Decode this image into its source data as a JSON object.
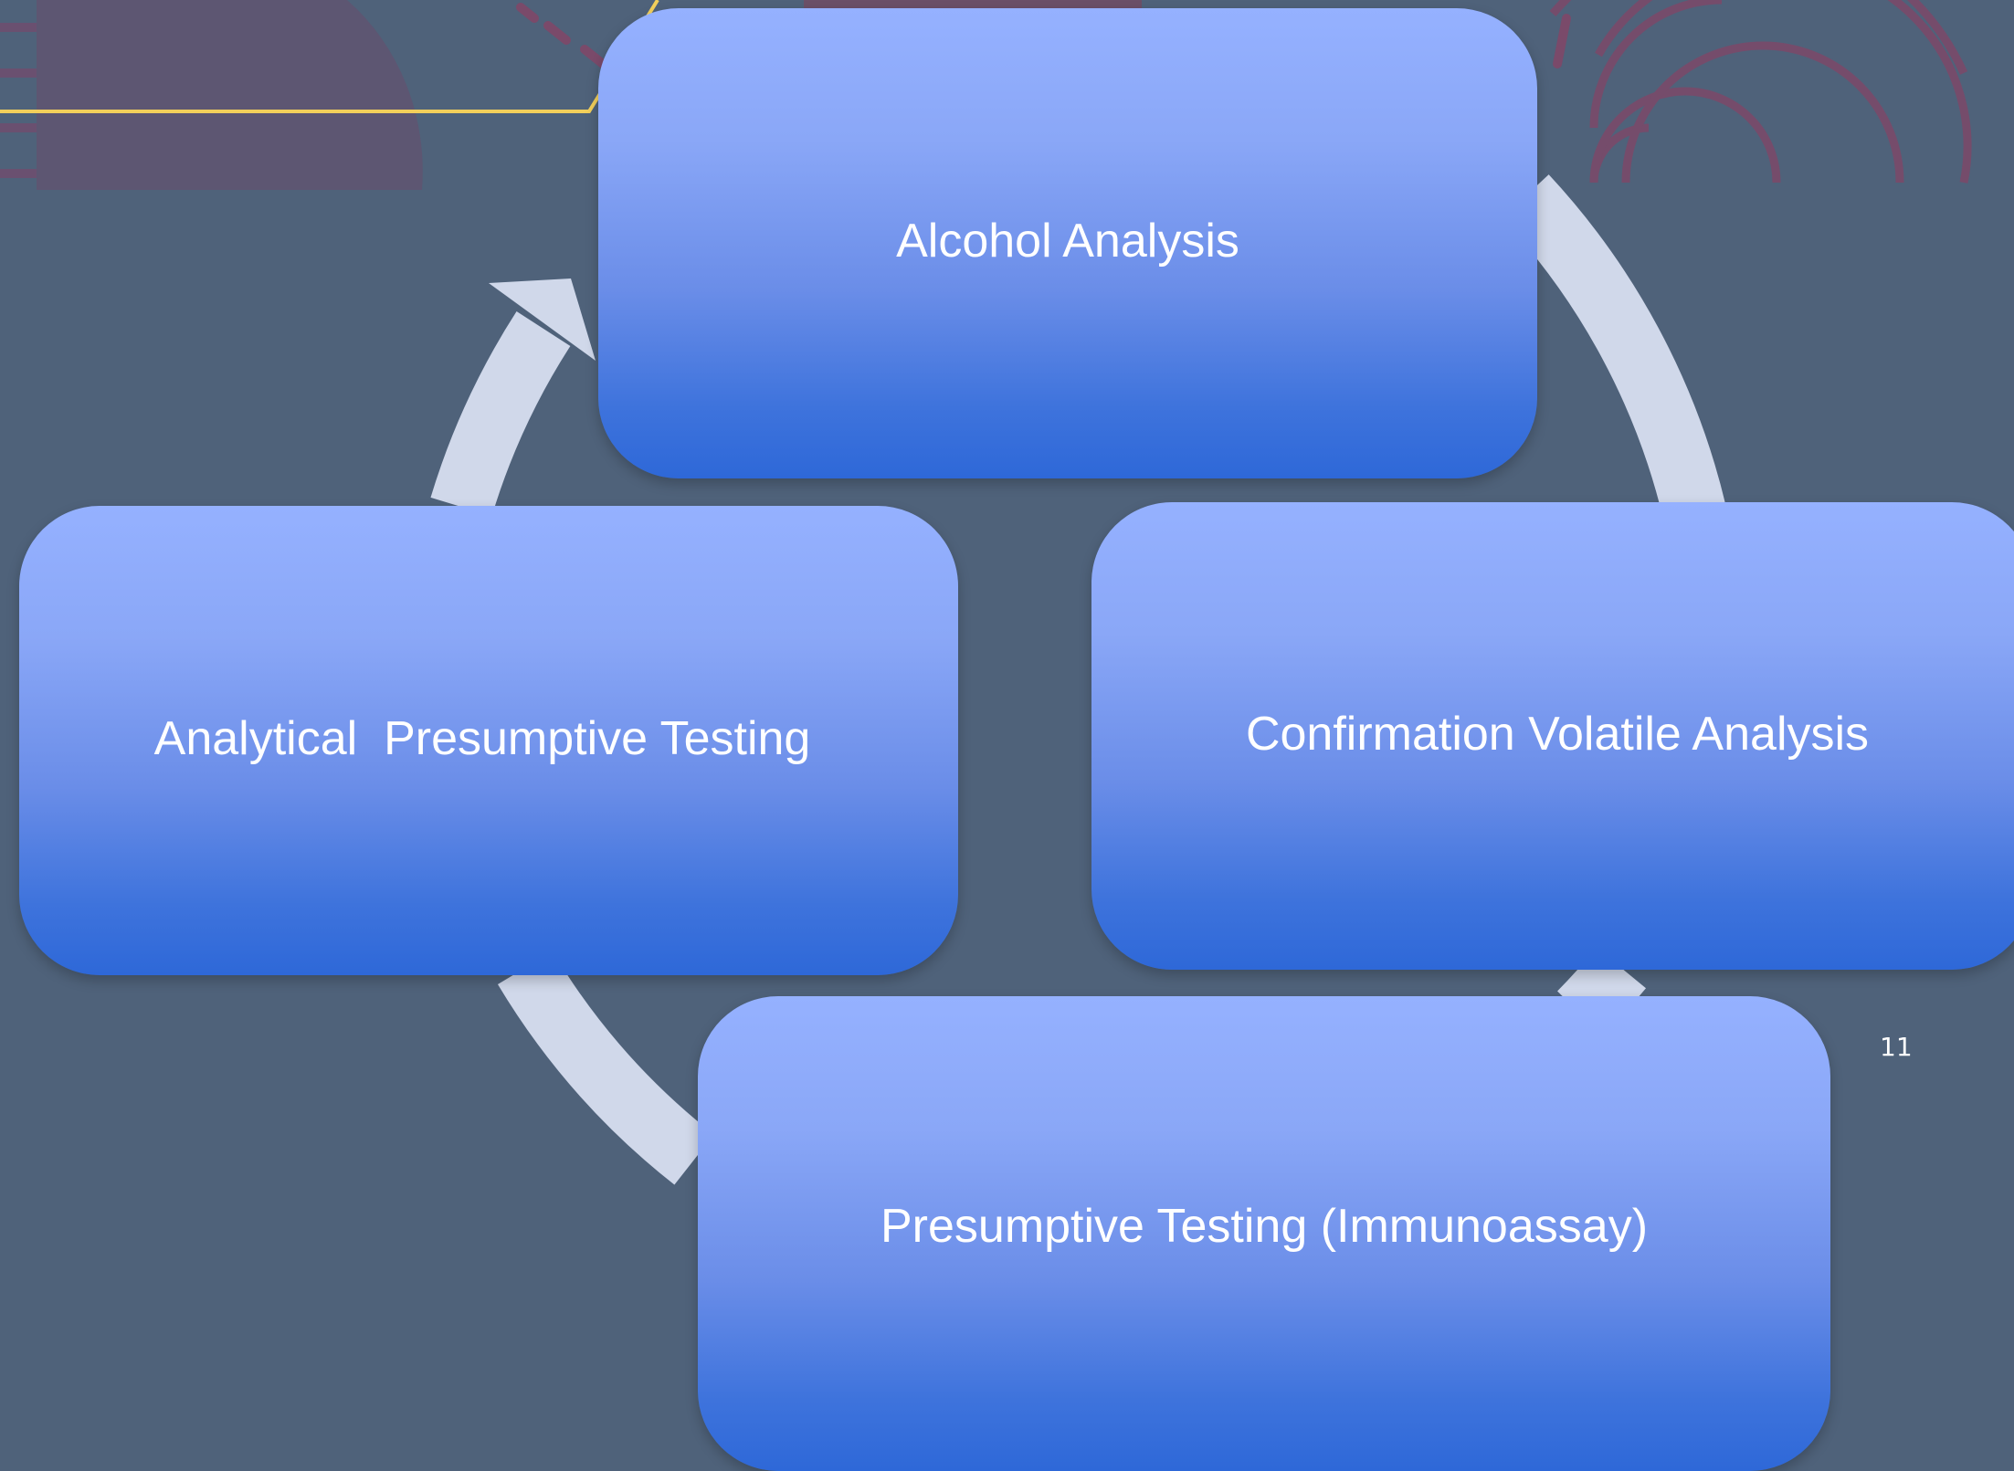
{
  "diagram": {
    "type": "cycle",
    "nodes": [
      {
        "id": "alcohol",
        "label": "Alcohol Analysis"
      },
      {
        "id": "confirmation",
        "label": "Confirmation Volatile Analysis"
      },
      {
        "id": "presumptive",
        "label": "Presumptive Testing (Immunoassay)"
      },
      {
        "id": "analytical",
        "label": "Analytical  Presumptive Testing"
      }
    ]
  },
  "slide": {
    "page_number": "11"
  },
  "colors": {
    "background": "#4f627a",
    "node_top": "#95b1ff",
    "node_bottom": "#2e68d8",
    "cycle_arrow": "#d0d8ea",
    "accent_line": "#f2cf5b",
    "decor_maroon": "#7a4a6a"
  }
}
